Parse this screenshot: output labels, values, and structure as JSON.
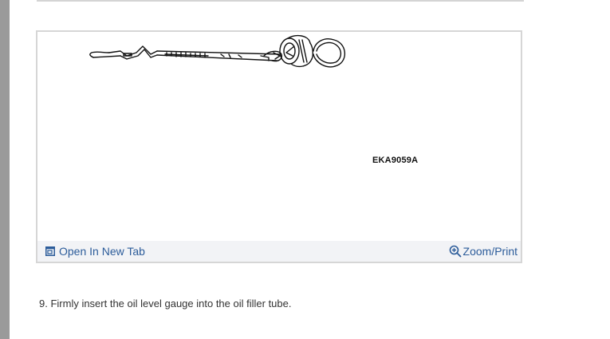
{
  "figure": {
    "image_code": "EKA9059A",
    "subject_icon": "oil-dipstick-drawing"
  },
  "toolbar": {
    "open_in_new_tab_label": "Open In New Tab",
    "open_in_new_tab_icon": "open-window-icon",
    "zoom_print_label": "Zoom/Print",
    "zoom_print_icon": "magnifier-plus-icon"
  },
  "step": {
    "text": "9. Firmly insert the oil level gauge into the oil filler tube."
  },
  "colors": {
    "link": "#2c5c9a",
    "toolbar_bg": "#f2f3f6",
    "frame_border": "#d6d6d6",
    "body_text": "#333333",
    "left_bar": "#9a9a9a"
  }
}
